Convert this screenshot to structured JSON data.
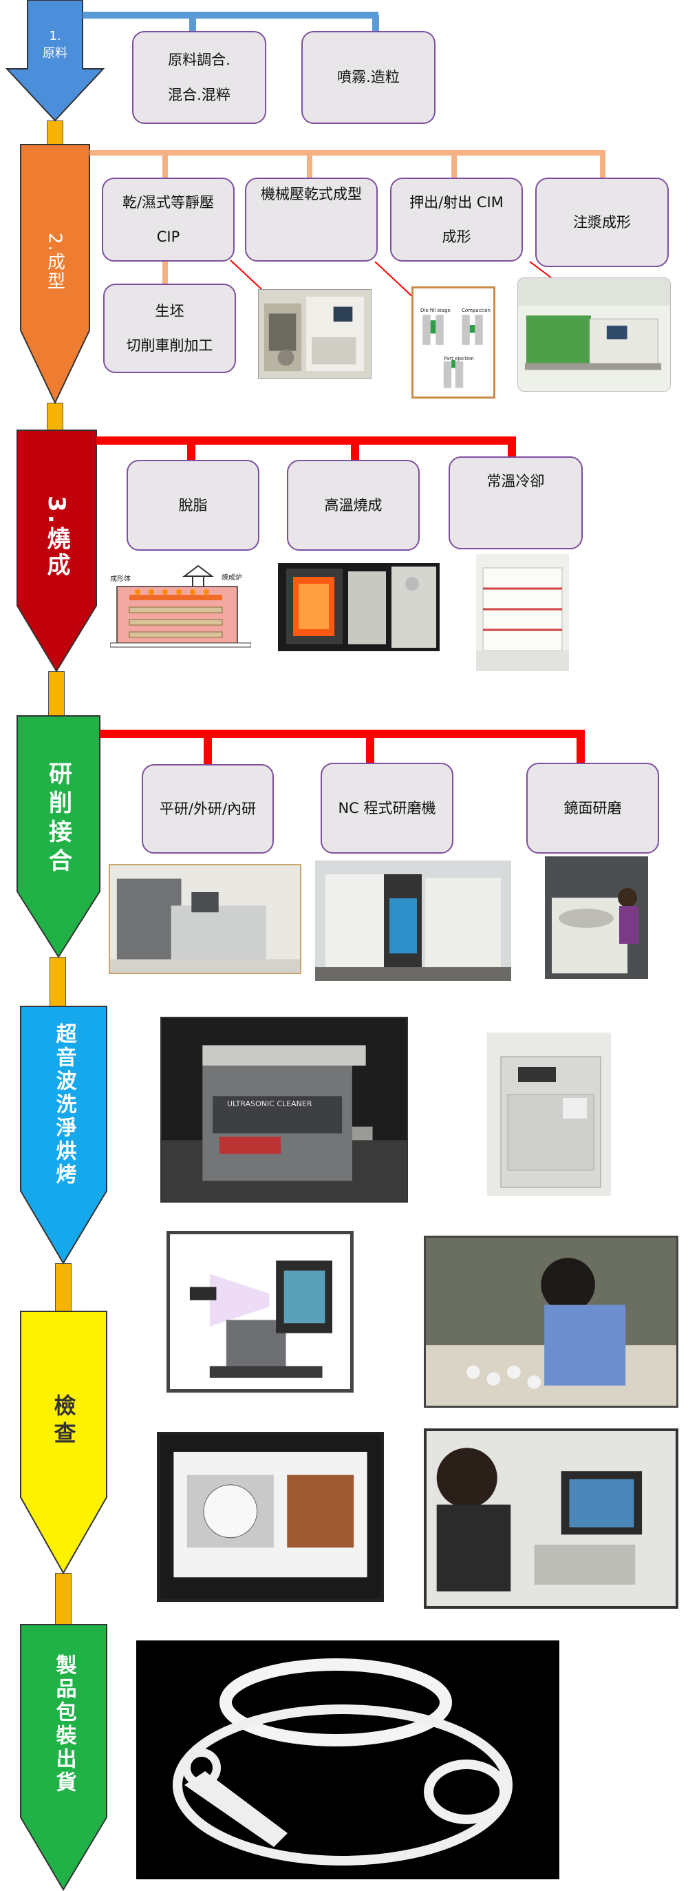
{
  "stages": [
    {
      "id": "s1",
      "label": "1.\n原料",
      "color": "#4b8fdb"
    },
    {
      "id": "s2",
      "label": "2.成型",
      "color": "#ee7d32"
    },
    {
      "id": "s3",
      "label": "3.燒成",
      "color": "#c0000a"
    },
    {
      "id": "s4",
      "label": "研削接合",
      "color": "#20b247"
    },
    {
      "id": "s5",
      "label": "超音波洗淨烘烤",
      "color": "#16a8ec"
    },
    {
      "id": "s6",
      "label": "檢查",
      "color": "#fff200"
    },
    {
      "id": "s7",
      "label": "製品包裝出貨",
      "color": "#20b247"
    }
  ],
  "connector_color": "#f6b400",
  "branch_colors": {
    "raw": "#5b9bd5",
    "forming": "#f4b183",
    "sintering": "#ff0000",
    "grinding": "#ff0000"
  },
  "raw": {
    "box1_line1": "原料調合.",
    "box1_line2": "混合.混粹",
    "box2": "噴霧.造粒"
  },
  "forming": {
    "cip_line1": "乾/濕式等靜壓",
    "cip_line2": "CIP",
    "dry_press": "機械壓乾式成型",
    "cim_line1": "押出/射出 CIM",
    "cim_line2": "成形",
    "slip": "注漿成形",
    "green_line1": "生坯",
    "green_line2": "切削車削加工",
    "cim_diagram_labels": [
      "Die fill stage",
      "Compaction",
      "Part ejection"
    ]
  },
  "sintering": {
    "degrease": "脫脂",
    "high_temp": "高溫燒成",
    "cooling": "常溫冷卻",
    "kiln_label_left": "成形体",
    "kiln_label_right": "燒成炉"
  },
  "grinding": {
    "flat": "平研/外研/內研",
    "nc": "NC 程式研磨機",
    "mirror": "鏡面研磨"
  },
  "photo_texts": {
    "cleaner_brand": "ULTRASONIC CLEANER"
  }
}
